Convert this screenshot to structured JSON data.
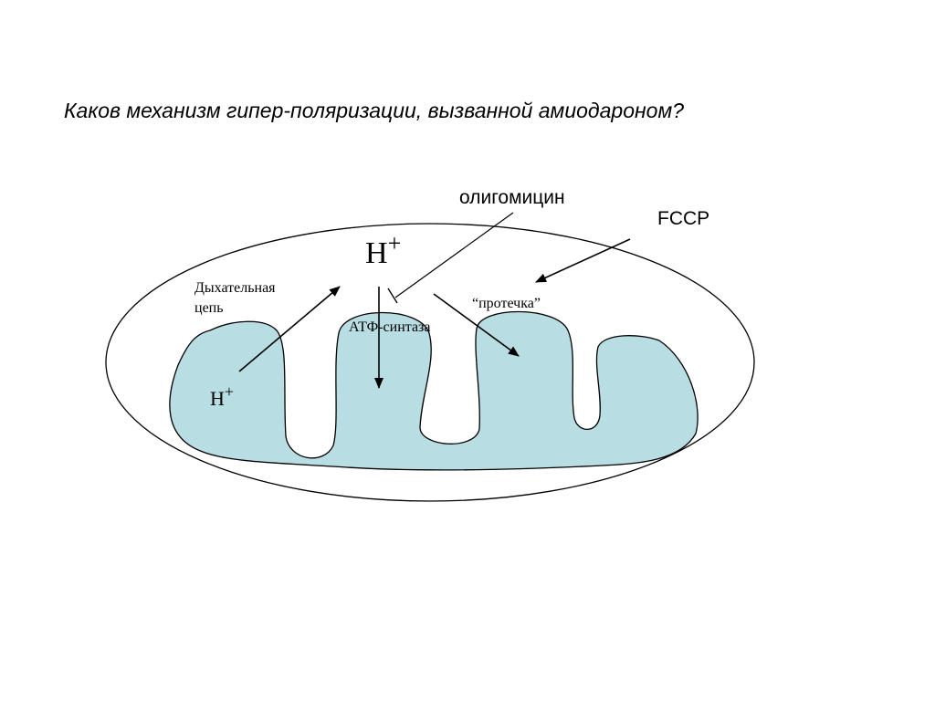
{
  "title": "Каков механизм гипер-поляризации, вызванной амиодароном?",
  "labels": {
    "oligomycin": "олигомицин",
    "fccp": "FCCP",
    "h_plus_top_base": "H",
    "h_plus_top_sup": "+",
    "respiratory_chain_line1": "Дыхательная",
    "respiratory_chain_line2": "цепь",
    "atp_synthase": "АТФ-синтаза",
    "leak": "“протечка”",
    "h_plus_inner_base": "H",
    "h_plus_inner_sup": "+"
  },
  "colors": {
    "matrix_fill": "#b8dde2",
    "stroke": "#000000"
  }
}
